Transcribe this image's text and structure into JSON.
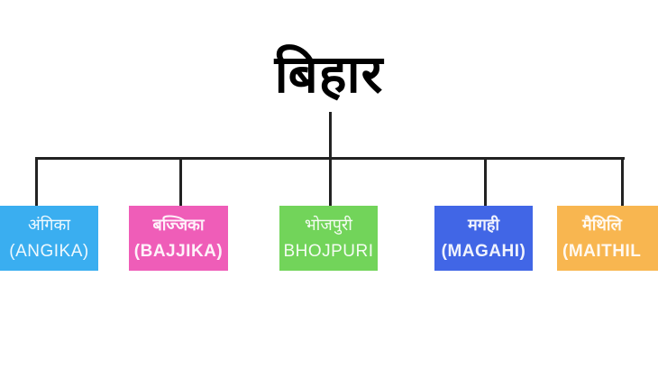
{
  "diagram": {
    "title": "बिहार",
    "line_color": "#222222",
    "nodes": [
      {
        "hindi": "अंगिका",
        "english": "(ANGIKA)",
        "color": "#3aaef0"
      },
      {
        "hindi": "बज्जिका",
        "english": "(BAJJIKA)",
        "color": "#ef5db8"
      },
      {
        "hindi": "भोजपुरी",
        "english": "BHOJPURI",
        "color": "#72d45a"
      },
      {
        "hindi": "मगही",
        "english": "(MAGAHI)",
        "color": "#4166e6"
      },
      {
        "hindi": "मैथिलि",
        "english": "(MAITHIL",
        "color": "#f8b650"
      }
    ]
  }
}
